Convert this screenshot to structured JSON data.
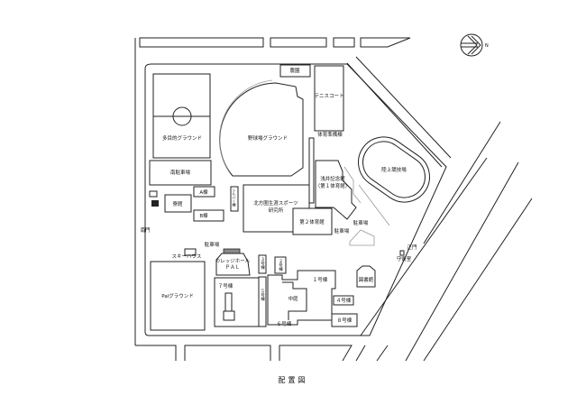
{
  "map": {
    "title": "配置図",
    "north_label": "N",
    "labels": {
      "farm": "農園",
      "tennis": "テニスコート",
      "multipurpose_ground": "多目的グラウンド",
      "baseball_ground": "野球場グラウンド",
      "gym_prep": "体育準備棟",
      "track": "陸上競技場",
      "south_parking": "南駐車場",
      "asai_hall_1": "浅井記念館",
      "asai_hall_2": "（第１体育館）",
      "dorm": "寮館",
      "a_bldg": "A棟",
      "b_bldg": "B棟",
      "silver_bldg": "シルバー棟",
      "research_1": "北方圏生涯スポーツ",
      "research_2": "研究所",
      "gym2": "第２体育館",
      "parking_1": "駐車場",
      "parking_2": "駐車場",
      "parking_3": "駐車場",
      "south_gate": "南門",
      "main_gate": "正門",
      "guard": "守衛室",
      "ski_house": "スキーハウス",
      "college_hall_1": "カレッジホール",
      "college_hall_2": "ＰＡＬ",
      "pal_ground": "Palグラウンド",
      "b7": "７号棟",
      "b5": "５号棟",
      "b3": "３号棟",
      "b2": "２号棟",
      "b1": "１号棟",
      "courtyard": "中庭",
      "b6": "６号棟",
      "library": "図書館",
      "b4": "４号棟",
      "b8": "８号棟"
    }
  }
}
